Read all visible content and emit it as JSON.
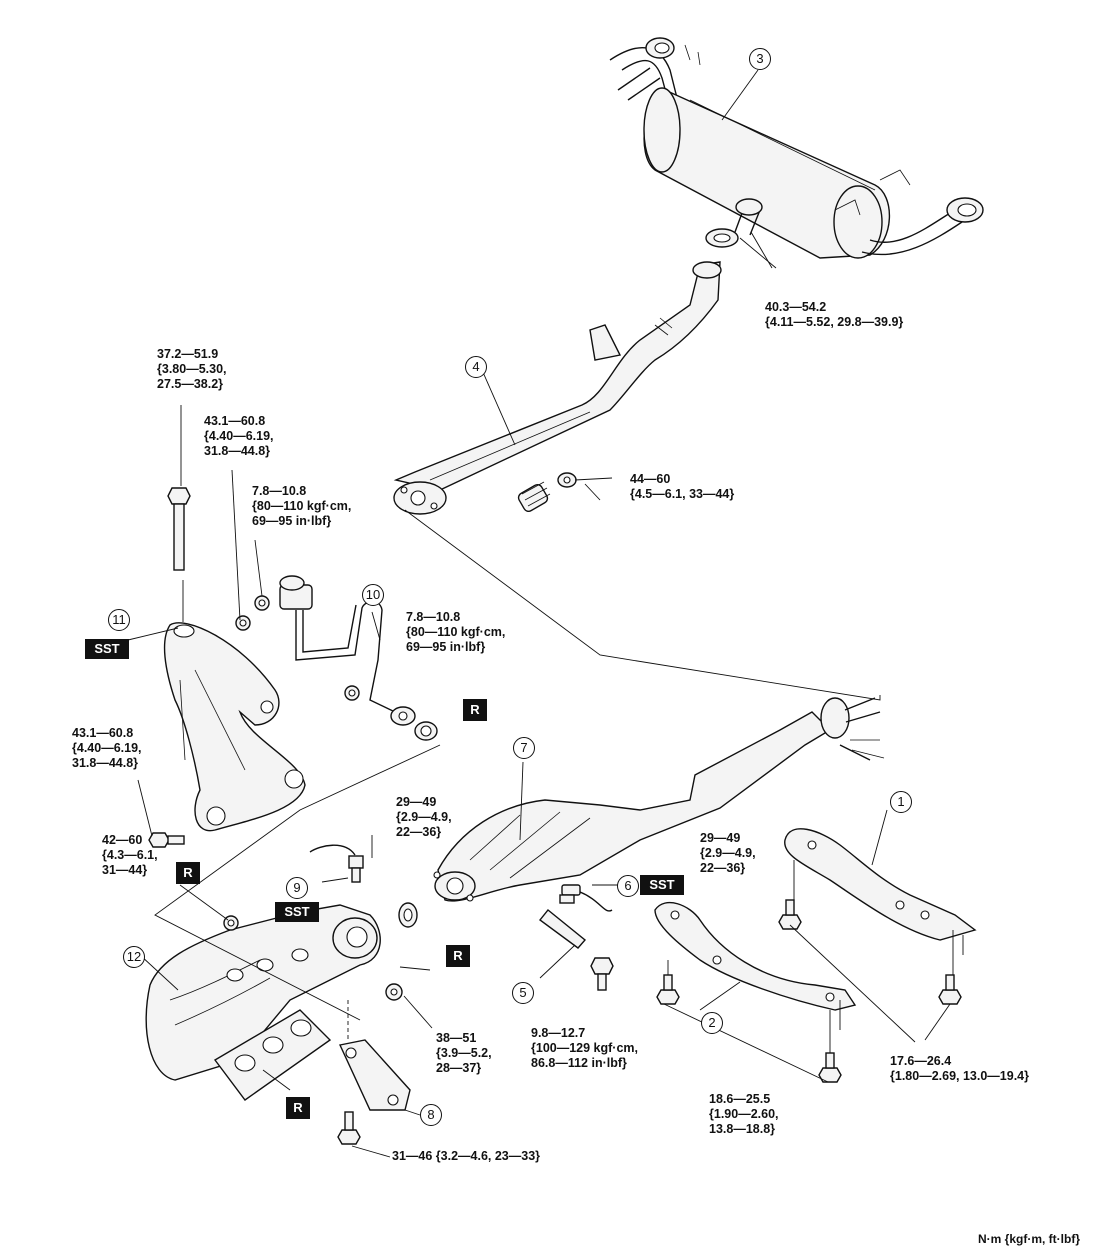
{
  "diagram": {
    "callouts": [
      "1",
      "2",
      "3",
      "4",
      "5",
      "6",
      "7",
      "8",
      "9",
      "10",
      "11",
      "12"
    ],
    "tags": {
      "sst": "SST",
      "replace": "R"
    },
    "torque_specs": {
      "muffler_clamp": [
        "40.3—54.2",
        "{4.11—5.52, 29.8—39.9}"
      ],
      "long_bolt": [
        "37.2—51.9",
        "{3.80—5.30,",
        "27.5—38.2}"
      ],
      "bracket_nut_upper": [
        "43.1—60.8",
        "{4.40—6.19,",
        "31.8—44.8}"
      ],
      "valve_nut": [
        "7.8—10.8",
        "{80—110 kgf·cm,",
        "69—95 in·lbf}"
      ],
      "pipe_flange_nut": [
        "7.8—10.8",
        "{80—110 kgf·cm,",
        "69—95 in·lbf}"
      ],
      "flange_nut": [
        "44—60",
        "{4.5—6.1, 33—44}"
      ],
      "bracket_bolt_left": [
        "43.1—60.8",
        "{4.40—6.19,",
        "31.8—44.8}"
      ],
      "front_sensor": [
        "29—49",
        "{2.9—4.9,",
        "22—36}"
      ],
      "rear_sensor": [
        "29—49",
        "{2.9—4.9,",
        "22—36}"
      ],
      "manifold_nut": [
        "42—60",
        "{4.3—6.1,",
        "31—44}"
      ],
      "manifold_stud_nut": [
        "38—51",
        "{3.9—5.2,",
        "28—37}"
      ],
      "bracket_bolt_small": [
        "9.8—12.7",
        "{100—129 kgf·cm,",
        "86.8—112 in·lbf}"
      ],
      "bracket_bolt_lower": [
        "31—46 {3.2—4.6, 23—33}"
      ],
      "member_2": [
        "18.6—25.5",
        "{1.90—2.60,",
        "13.8—18.8}"
      ],
      "member_1": [
        "17.6—26.4",
        "{1.80—2.69, 13.0—19.4}"
      ]
    },
    "units": "N·m {kgf·m, ft·lbf}"
  }
}
